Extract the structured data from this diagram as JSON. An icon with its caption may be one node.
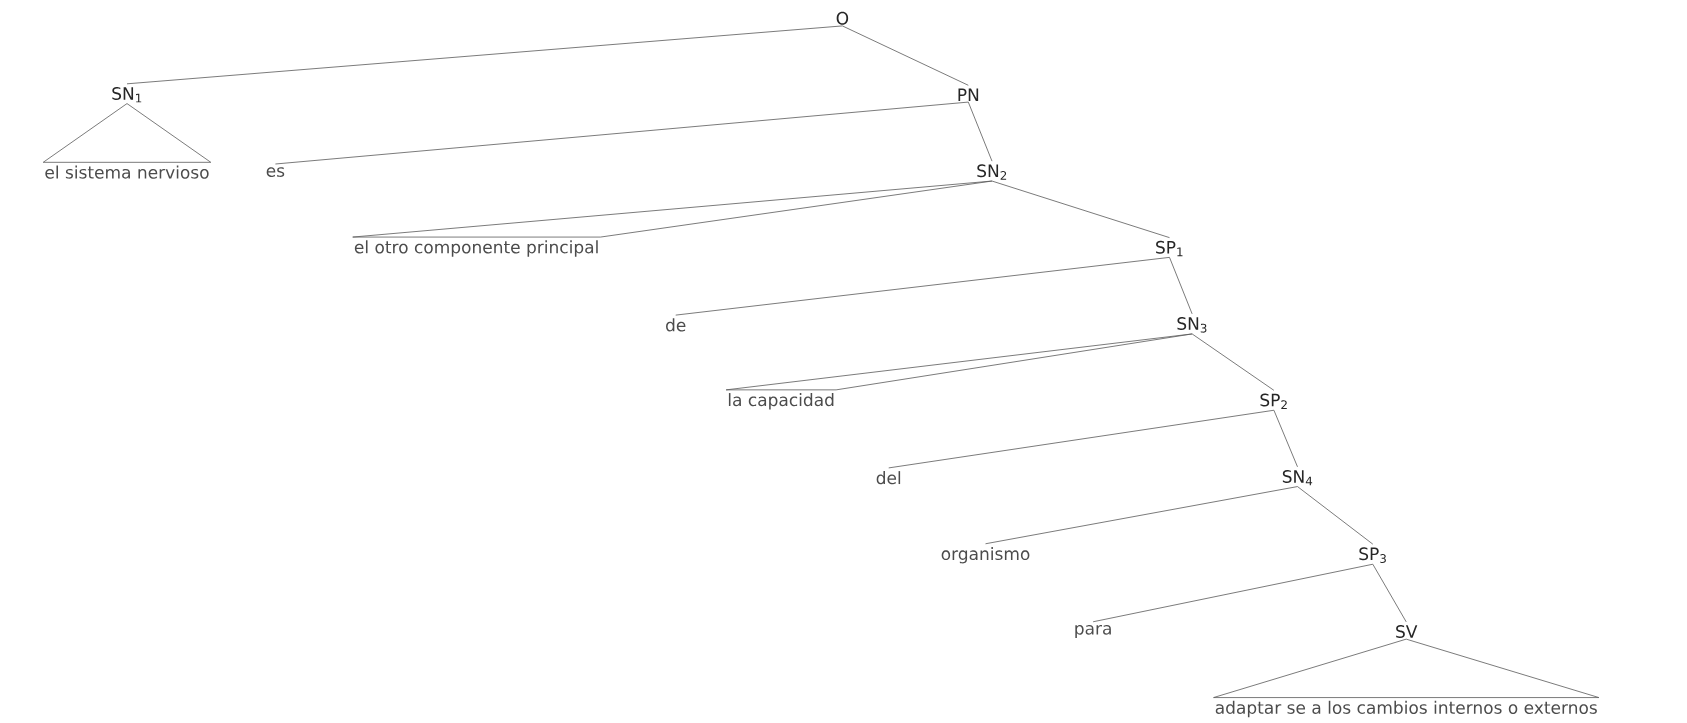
{
  "diagram": {
    "nodes": [
      {
        "text": [
          "O"
        ]
      },
      {
        "text": [
          "SN$_{1}$"
        ]
      },
      {
        "text": [
          "el sistema nervioso"
        ]
      },
      {
        "text": [
          "PN"
        ]
      },
      {
        "text": [
          "es"
        ]
      },
      {
        "text": [
          "SN$_{2}$"
        ]
      },
      {
        "text": [
          "el otro componente principal"
        ]
      },
      {
        "text": [
          "SP$_{1}$"
        ]
      },
      {
        "text": [
          "de"
        ]
      },
      {
        "text": [
          "SN$_{3}$"
        ]
      },
      {
        "text": [
          "la capacidad"
        ]
      },
      {
        "text": [
          "SP$_{2}$"
        ]
      },
      {
        "text": [
          "del"
        ]
      },
      {
        "text": [
          "SN$_{4}$"
        ]
      },
      {
        "text": [
          "organismo"
        ]
      },
      {
        "text": [
          "SP$_{3}$"
        ]
      },
      {
        "text": [
          "para"
        ]
      },
      {
        "text": [
          "SV"
        ]
      },
      {
        "text": [
          "adaptar se a los cambios internos o externos"
        ]
      }
    ],
    "edges": [
      {
        "from": 0,
        "to": 1,
        "arrow": "none"
      },
      {
        "from": 0,
        "to": 3,
        "arrow": "none"
      },
      {
        "from": 1,
        "to": 2,
        "arrow": "none"
      },
      {
        "from": 3,
        "to": 4,
        "arrow": "none"
      },
      {
        "from": 3,
        "to": 5,
        "arrow": "none"
      },
      {
        "from": 5,
        "to": 6,
        "arrow": "none"
      },
      {
        "from": 5,
        "to": 7,
        "arrow": "none"
      },
      {
        "from": 7,
        "to": 8,
        "arrow": "none"
      },
      {
        "from": 7,
        "to": 9,
        "arrow": "none"
      },
      {
        "from": 9,
        "to": 10,
        "arrow": "none"
      },
      {
        "from": 9,
        "to": 11,
        "arrow": "none"
      },
      {
        "from": 11,
        "to": 12,
        "arrow": "none"
      },
      {
        "from": 11,
        "to": 13,
        "arrow": "none"
      },
      {
        "from": 13,
        "to": 14,
        "arrow": "none"
      },
      {
        "from": 13,
        "to": 15,
        "arrow": "none"
      },
      {
        "from": 15,
        "to": 16,
        "arrow": "none"
      },
      {
        "from": 15,
        "to": 17,
        "arrow": "none"
      },
      {
        "from": 17,
        "to": 18,
        "arrow": "none"
      }
    ]
  }
}
